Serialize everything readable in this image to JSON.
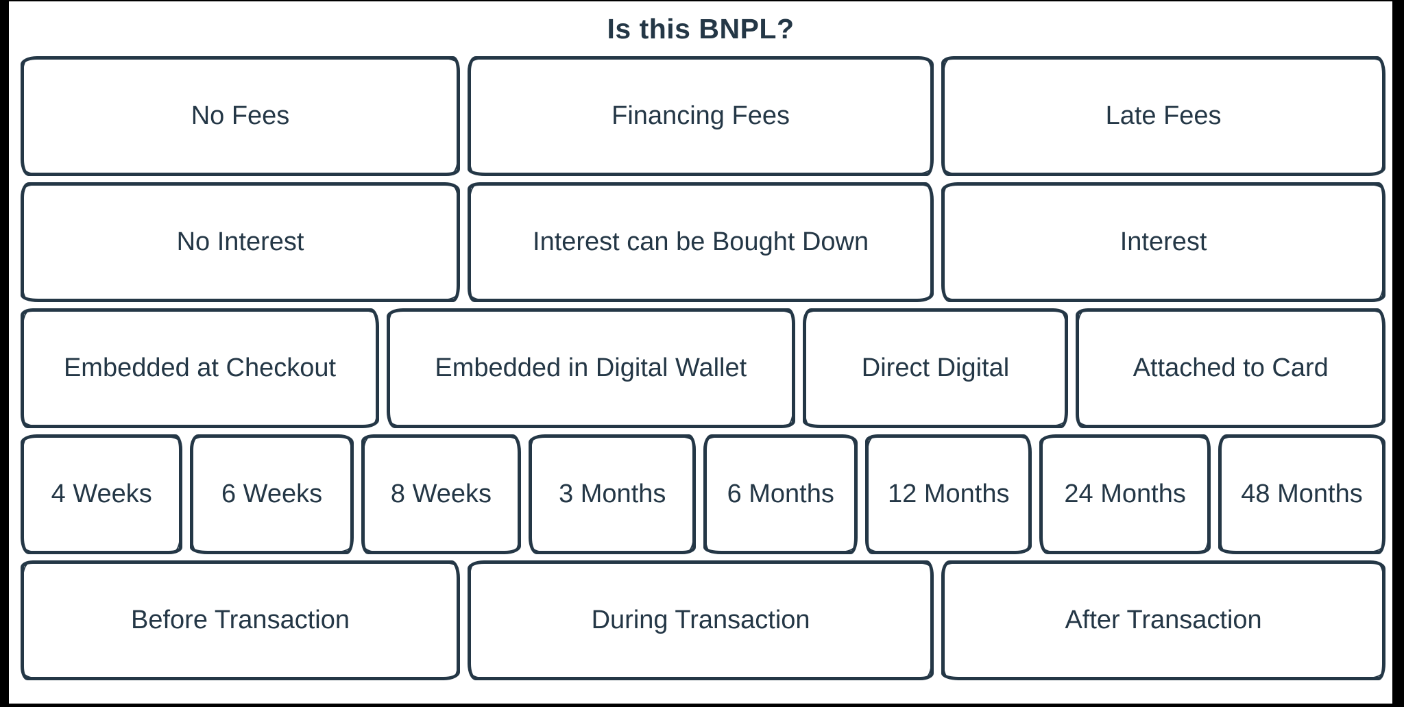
{
  "page": {
    "title": "Is this BNPL?"
  },
  "colors": {
    "ink": "#243746",
    "frame": "#000000",
    "paper": "#ffffff"
  },
  "wall": {
    "rows": [
      {
        "bricks": [
          {
            "label": "No Fees"
          },
          {
            "label": "Financing Fees"
          },
          {
            "label": "Late Fees"
          }
        ]
      },
      {
        "bricks": [
          {
            "label": "No Interest"
          },
          {
            "label": "Interest can be Bought Down"
          },
          {
            "label": "Interest"
          }
        ]
      },
      {
        "bricks": [
          {
            "label": "Embedded at Checkout"
          },
          {
            "label": "Embedded in Digital Wallet"
          },
          {
            "label": "Direct Digital"
          },
          {
            "label": "Attached to Card"
          }
        ]
      },
      {
        "bricks": [
          {
            "label": "4 Weeks"
          },
          {
            "label": "6 Weeks"
          },
          {
            "label": "8 Weeks"
          },
          {
            "label": "3 Months"
          },
          {
            "label": "6 Months"
          },
          {
            "label": "12 Months"
          },
          {
            "label": "24 Months"
          },
          {
            "label": "48 Months"
          }
        ]
      },
      {
        "bricks": [
          {
            "label": "Before Transaction"
          },
          {
            "label": "During Transaction"
          },
          {
            "label": "After Transaction"
          }
        ]
      }
    ]
  }
}
